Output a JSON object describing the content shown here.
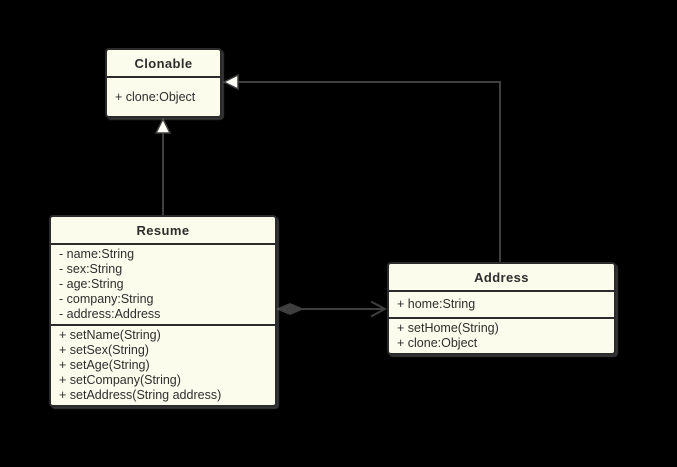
{
  "diagram": {
    "type": "uml-class-diagram",
    "colors": {
      "background": "#000000",
      "box_fill": "#FCFCEC",
      "box_border": "#2B2B2B",
      "line": "#3F3F3F",
      "arrowhead_fill": "#FDFDF5",
      "text": "#2E2E2E"
    }
  },
  "classes": {
    "clonable": {
      "title": "Clonable",
      "methods": [
        "+ clone:Object"
      ]
    },
    "resume": {
      "title": "Resume",
      "attributes": [
        "- name:String",
        "- sex:String",
        "- age:String",
        "- company:String",
        "- address:Address"
      ],
      "methods": [
        "+ setName(String)",
        "+ setSex(String)",
        "+ setAge(String)",
        "+ setCompany(String)",
        "+ setAddress(String address)"
      ]
    },
    "address": {
      "title": "Address",
      "attributes": [
        "+ home:String"
      ],
      "methods": [
        "+ setHome(String)",
        "+ clone:Object"
      ]
    }
  },
  "relationships": [
    {
      "from": "Resume",
      "to": "Clonable",
      "type": "generalization"
    },
    {
      "from": "Address",
      "to": "Clonable",
      "type": "generalization"
    },
    {
      "from": "Resume",
      "to": "Address",
      "type": "composition"
    }
  ]
}
